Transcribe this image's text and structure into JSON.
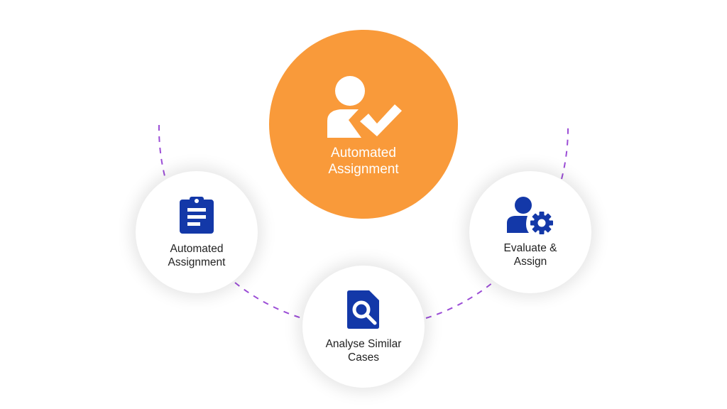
{
  "center": {
    "label_line1": "Automated",
    "label_line2": "Assignment",
    "icon": "user-check-icon",
    "color": "#F99A3A"
  },
  "nodes": [
    {
      "label_line1": "Automated",
      "label_line2": "Assignment",
      "icon": "clipboard-icon"
    },
    {
      "label_line1": "Analyse Similar",
      "label_line2": "Cases",
      "icon": "document-search-icon"
    },
    {
      "label_line1": "Evaluate &",
      "label_line2": "Assign",
      "icon": "user-gear-icon"
    }
  ],
  "colors": {
    "icon": "#1338A8",
    "connector": "#9B4DD6"
  }
}
